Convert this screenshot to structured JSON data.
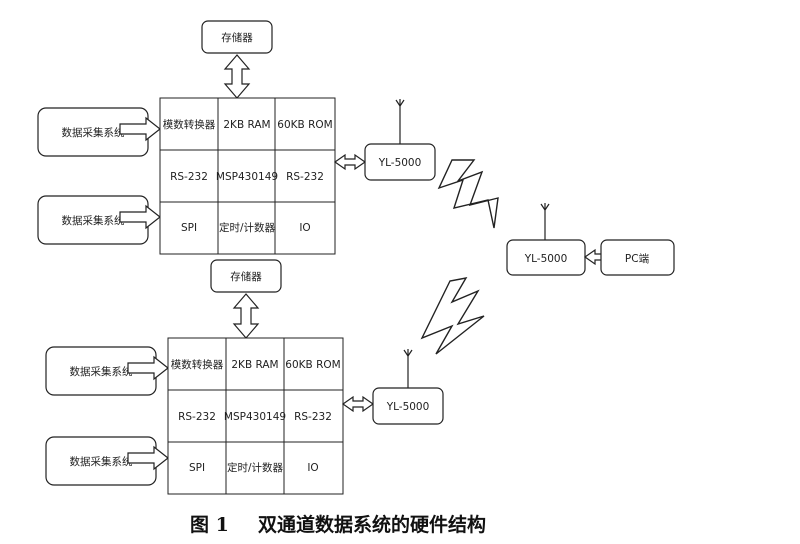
{
  "upper": {
    "memory": "存储器",
    "acq1": "数据采集系统",
    "acq2": "数据采集系统",
    "grid": [
      [
        "模数转换器",
        "2KB RAM",
        "60KB ROM"
      ],
      [
        "RS-232",
        "MSP430149",
        "RS-232"
      ],
      [
        "SPI",
        "定时/计数器",
        "IO"
      ]
    ],
    "radio": "YL-5000"
  },
  "lower": {
    "memory": "存储器",
    "acq1": "数据采集系统",
    "acq2": "数据采集系统",
    "grid": [
      [
        "模数转换器",
        "2KB RAM",
        "60KB ROM"
      ],
      [
        "RS-232",
        "MSP430149",
        "RS-232"
      ],
      [
        "SPI",
        "定时/计数器",
        "IO"
      ]
    ],
    "radio": "YL-5000"
  },
  "receiver": {
    "radio": "YL-5000",
    "pc": "PC端"
  },
  "caption": {
    "number": "图 1",
    "text": "双通道数据系统的硬件结构"
  }
}
